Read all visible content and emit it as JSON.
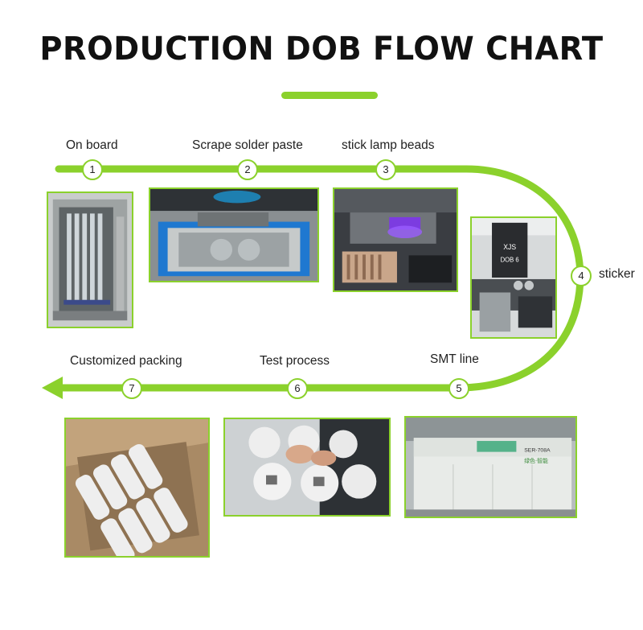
{
  "title": "PRODUCTION DOB FLOW CHART",
  "accent_color": "#8bd12c",
  "steps": [
    {
      "number": "1",
      "label": "On board"
    },
    {
      "number": "2",
      "label": "Scrape solder paste"
    },
    {
      "number": "3",
      "label": "stick lamp beads"
    },
    {
      "number": "4",
      "label": "sticker"
    },
    {
      "number": "5",
      "label": "SMT line"
    },
    {
      "number": "6",
      "label": "Test process"
    },
    {
      "number": "7",
      "label": "Customized packing"
    }
  ],
  "photos": {
    "on_board": {
      "alt": "board loader rack machine"
    },
    "scrape": {
      "alt": "solder paste printer with blue frame"
    },
    "stick": {
      "alt": "pick and place machine"
    },
    "sticker": {
      "alt": "XJS DOB 6 sticker machine",
      "machine_brand": "XJS",
      "machine_model": "DOB 6"
    },
    "smt": {
      "alt": "SMT reflow oven",
      "machine_model": "SER-708A",
      "machine_slogan": "绿色·智能"
    },
    "test": {
      "alt": "testing DOB LED boards by hand"
    },
    "packing": {
      "alt": "boards packed in a carton"
    }
  }
}
